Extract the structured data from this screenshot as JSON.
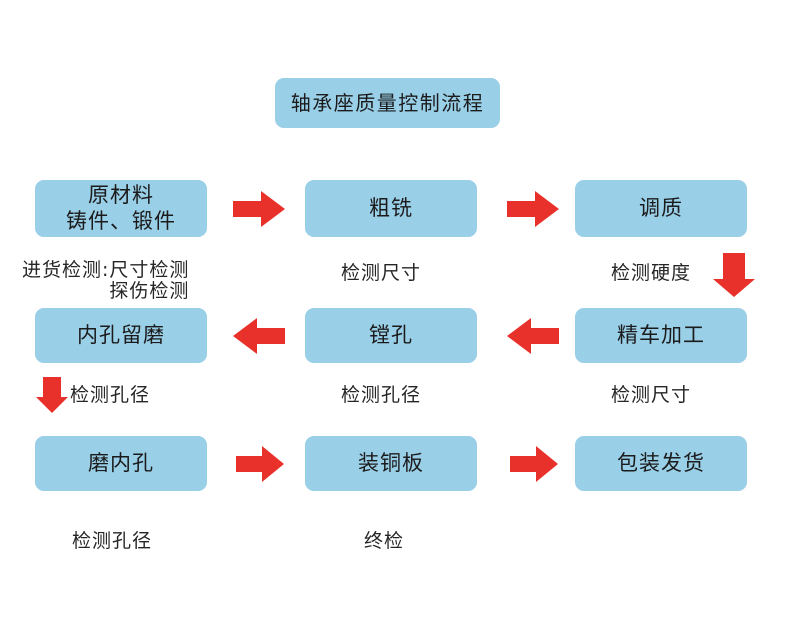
{
  "diagram": {
    "title": "轴承座质量控制流程",
    "colors": {
      "node_fill": "#9ACFE8",
      "arrow": "#E8312A",
      "text": "#262626",
      "background": "#FFFFFF"
    },
    "rows": [
      {
        "id": "row-1",
        "nodes": [
          {
            "id": "node-raw-material",
            "line1": "原材料",
            "line2": "铸件、锻件"
          },
          {
            "id": "node-rough-milling",
            "line1": "粗铣",
            "line2": ""
          },
          {
            "id": "node-quench-temper",
            "line1": "调质",
            "line2": ""
          }
        ],
        "connectors": [
          {
            "id": "arrow-raw-to-rough",
            "direction": "right"
          },
          {
            "id": "arrow-rough-to-temper",
            "direction": "right"
          }
        ],
        "captions": [
          {
            "id": "caption-incoming-inspection",
            "prefix": "进货检测:",
            "line1": "尺寸检测",
            "line2": "探伤检测"
          },
          {
            "id": "caption-check-dimension-1",
            "text": "检测尺寸"
          },
          {
            "id": "caption-check-hardness",
            "text": "检测硬度"
          }
        ]
      },
      {
        "id": "row-2",
        "nodes": [
          {
            "id": "node-bore-reserve-grind",
            "line1": "内孔留磨",
            "line2": ""
          },
          {
            "id": "node-boring",
            "line1": "镗孔",
            "line2": ""
          },
          {
            "id": "node-finish-turning",
            "line1": "精车加工",
            "line2": ""
          }
        ],
        "connectors": [
          {
            "id": "arrow-boring-to-reserve",
            "direction": "left"
          },
          {
            "id": "arrow-turning-to-boring",
            "direction": "left"
          }
        ],
        "captions": [
          {
            "id": "caption-check-bore-1",
            "text": "检测孔径"
          },
          {
            "id": "caption-check-bore-2",
            "text": "检测孔径"
          },
          {
            "id": "caption-check-dimension-2",
            "text": "检测尺寸"
          }
        ]
      },
      {
        "id": "row-3",
        "nodes": [
          {
            "id": "node-grind-bore",
            "line1": "磨内孔",
            "line2": ""
          },
          {
            "id": "node-copper-plate",
            "line1": "装铜板",
            "line2": ""
          },
          {
            "id": "node-pack-ship",
            "line1": "包装发货",
            "line2": ""
          }
        ],
        "connectors": [
          {
            "id": "arrow-grind-to-copper",
            "direction": "right"
          },
          {
            "id": "arrow-copper-to-pack",
            "direction": "right"
          }
        ],
        "captions": [
          {
            "id": "caption-check-bore-3",
            "text": "检测孔径"
          },
          {
            "id": "caption-final-inspection",
            "text": "终检"
          }
        ]
      }
    ],
    "vertical_connectors": [
      {
        "id": "arrow-temper-to-turning",
        "direction": "down"
      },
      {
        "id": "arrow-reserve-to-grind",
        "direction": "down"
      }
    ]
  }
}
